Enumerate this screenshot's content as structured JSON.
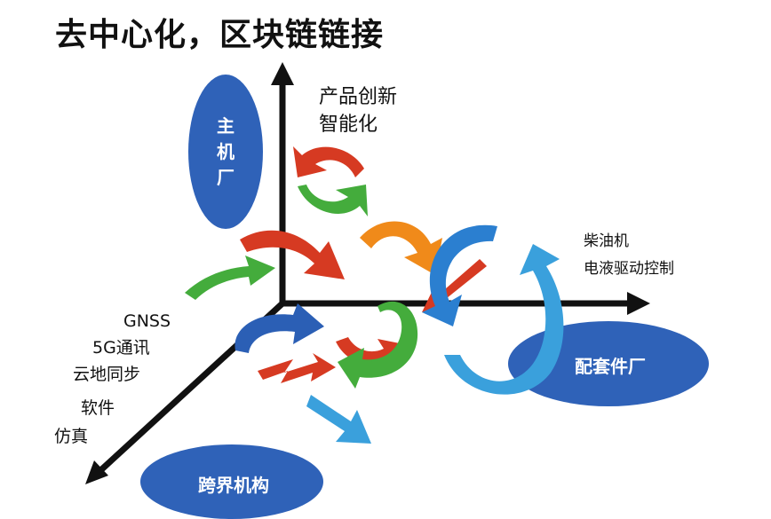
{
  "title": "去中心化，区块链链接",
  "nodes": {
    "host_factory": "主机厂",
    "supplier_factory": "配套件厂",
    "cross_institution": "跨界机构"
  },
  "labels": {
    "innovation_line1": "产品创新",
    "innovation_line2": "智能化",
    "diesel_line1": "柴油机",
    "diesel_line2": "电液驱动控制",
    "tech": [
      "GNSS",
      "5G通讯",
      "云地同步",
      "软件",
      "仿真"
    ]
  },
  "colors": {
    "node_fill": "#2f62b8",
    "axis": "#111111",
    "arrow_red": "#d63a22",
    "arrow_green": "#44ac3c",
    "arrow_orange": "#f08a1a",
    "arrow_blue": "#2b5fb5",
    "arrow_lightblue": "#3aa0dc"
  }
}
